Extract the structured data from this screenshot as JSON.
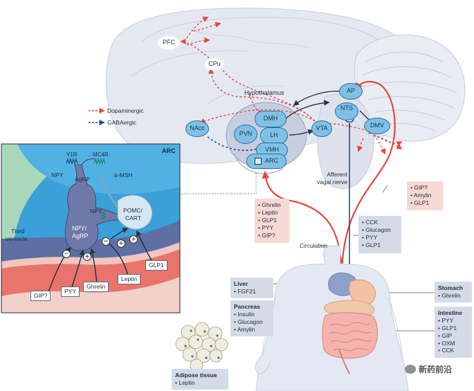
{
  "legend": {
    "dopaminergic": "Dopaminergic",
    "gabaergic": "GABAergic"
  },
  "brain": {
    "pfc": "PFC",
    "cpu": "CPu",
    "hypothalamus": "Hypothalamus",
    "nacc": "NAcc",
    "dmh": "DMH",
    "pvn": "PVN",
    "lh": "LH",
    "vmh": "VMH",
    "arc": "ARC",
    "vta": "VTA",
    "ap": "AP",
    "nts": "NTS",
    "dmv": "DMV",
    "afferent_line1": "Afferent",
    "afferent_line2": "vagal nerve"
  },
  "arc_panel": {
    "title": "ARC",
    "y1r": "Y1R",
    "mc4r": "MC4R",
    "npy_left": "NPY",
    "agrp": "AgRP",
    "msh": "α-MSH",
    "npy_mid": "NPY",
    "pomc_line1": "POMC/",
    "pomc_line2": "CART",
    "neuron_line1": "NPY/",
    "neuron_line2": "AgRP",
    "third_line1": "Third",
    "third_line2": "ventricle",
    "inputs": [
      "GIP?",
      "PYY",
      "Ghrelin",
      "Leptin",
      "GLP1"
    ],
    "signs": [
      "−",
      "+",
      "−",
      "+",
      "+"
    ]
  },
  "circulating_box": {
    "items": [
      "Ghrelin",
      "Leptin",
      "GLP1",
      "PYY",
      "GIP?"
    ]
  },
  "vagal_box": {
    "items": [
      "CCK",
      "Glucagon",
      "PYY",
      "GLP1"
    ]
  },
  "brainstem_box": {
    "items": [
      "GIP?",
      "Amylin",
      "GLP1"
    ]
  },
  "circulation_label": "Circulation",
  "organs": {
    "liver": {
      "title": "Liver",
      "items": [
        "FGF21"
      ]
    },
    "pancreas": {
      "title": "Pancreas",
      "items": [
        "Insulin",
        "Glucagon",
        "Amylin"
      ]
    },
    "stomach": {
      "title": "Stomach",
      "items": [
        "Ghrelin"
      ]
    },
    "intestine": {
      "title": "Intestine",
      "items": [
        "PYY",
        "GLP1",
        "GIP",
        "OXM",
        "CCK"
      ]
    },
    "adipose": {
      "title": "Adipose tissue",
      "items": [
        "Leptin"
      ]
    }
  },
  "watermark": "新药前沿",
  "colors": {
    "dopamine": "#e4473d",
    "gaba": "#1f4e8c",
    "node": "#7fc1e6",
    "pink_box": "#f6d9d3",
    "grey_box": "#d5dbe6"
  }
}
